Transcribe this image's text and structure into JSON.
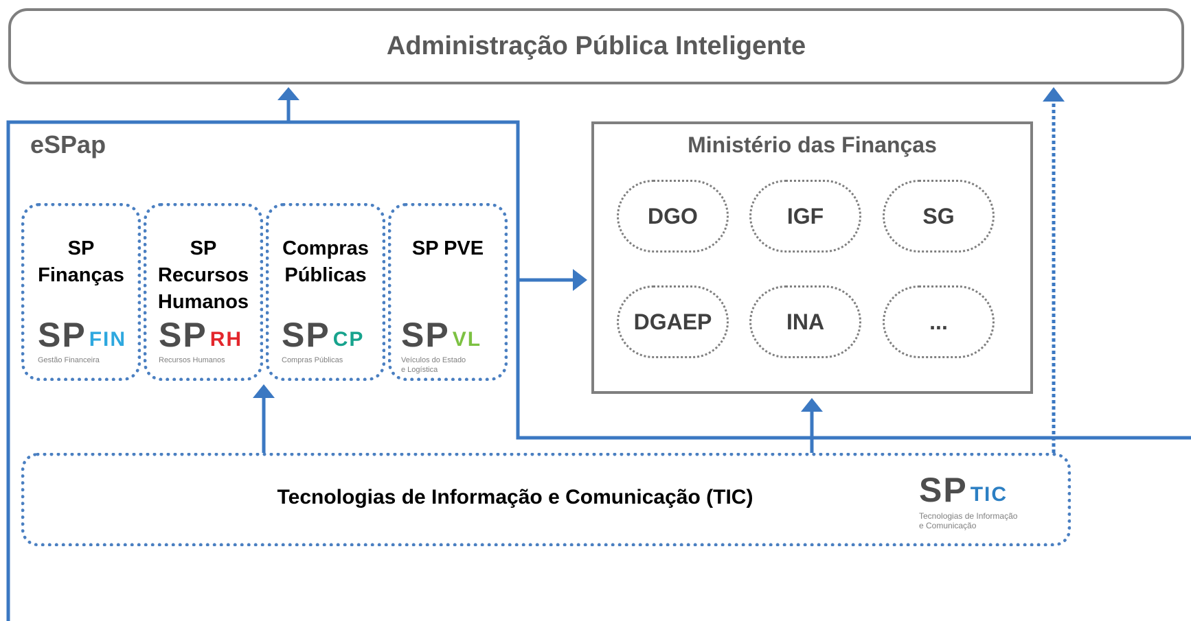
{
  "top_box": {
    "title": "Administração Pública Inteligente"
  },
  "espap": {
    "title": "eSPap",
    "units": [
      {
        "title_lines": [
          "SP",
          "Finanças"
        ],
        "logo_prefix": "SP",
        "logo_suffix": "FIN",
        "logo_color": "#2ea8df",
        "logo_subtitle": [
          "Gestão Financeira"
        ]
      },
      {
        "title_lines": [
          "SP",
          "Recursos",
          "Humanos"
        ],
        "logo_prefix": "SP",
        "logo_suffix": "RH",
        "logo_color": "#e3262c",
        "logo_subtitle": [
          "Recursos Humanos"
        ]
      },
      {
        "title_lines": [
          "Compras",
          "Públicas"
        ],
        "logo_prefix": "SP",
        "logo_suffix": "CP",
        "logo_color": "#17a38d",
        "logo_subtitle": [
          "Compras Públicas"
        ]
      },
      {
        "title_lines": [
          "SP PVE"
        ],
        "logo_prefix": "SP",
        "logo_suffix": "VL",
        "logo_color": "#7cc142",
        "logo_subtitle": [
          "Veículos do Estado",
          "e Logística"
        ]
      }
    ]
  },
  "ministry": {
    "title": "Ministério das Finanças",
    "entities": [
      "DGO",
      "IGF",
      "SG",
      "DGAEP",
      "INA",
      "..."
    ]
  },
  "tic": {
    "title": "Tecnologias de Informação e Comunicação (TIC)",
    "logo_prefix": "SP",
    "logo_suffix": "TIC",
    "logo_color": "#2c7fc3",
    "logo_subtitle": [
      "Tecnologias de Informação",
      "e Comunicação"
    ]
  },
  "colors": {
    "connector": "#3b78c2",
    "border_gray": "#7f7f7f",
    "text_gray": "#595959"
  }
}
